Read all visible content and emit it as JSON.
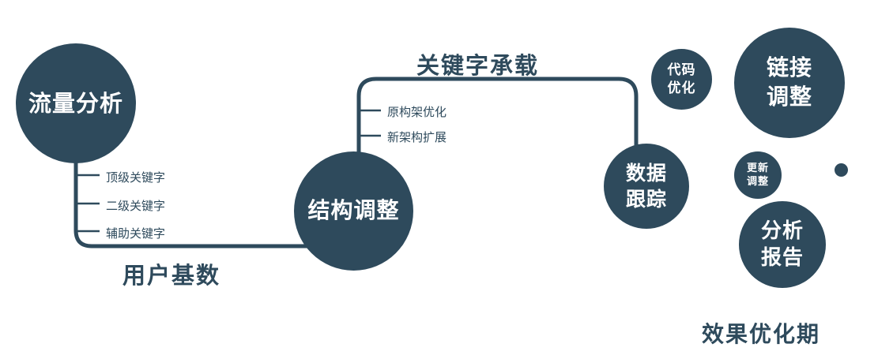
{
  "colors": {
    "primary": "#2e4a5c",
    "background": "#ffffff"
  },
  "nodes": {
    "traffic_analysis": {
      "label": "流量分析"
    },
    "structure_adjust": {
      "label": "结构调整"
    },
    "data_tracking": {
      "lines": [
        "数据",
        "跟踪"
      ]
    },
    "code_optimization": {
      "lines": [
        "代码",
        "优化"
      ]
    },
    "link_adjustment": {
      "lines": [
        "链接",
        "调整"
      ]
    },
    "update_adjustment": {
      "lines": [
        "更新",
        "调整"
      ]
    },
    "analysis_report": {
      "lines": [
        "分析",
        "报告"
      ]
    }
  },
  "edge_labels": {
    "user_base": "用户基数",
    "keyword_carrying": "关键字承载"
  },
  "branch_labels": {
    "traffic": [
      "顶级关键字",
      "二级关键字",
      "辅助关键字"
    ],
    "structure": [
      "原构架优化",
      "新架构扩展"
    ]
  },
  "caption": "效果优化期"
}
